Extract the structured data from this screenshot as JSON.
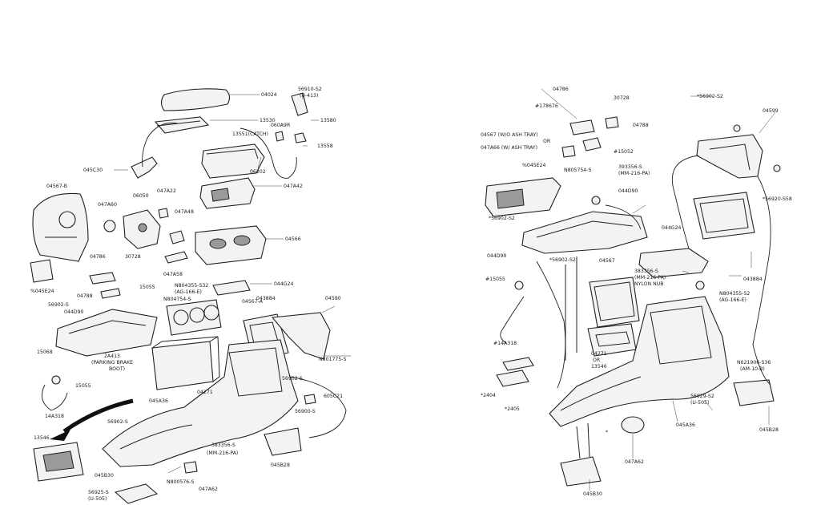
{
  "left": {
    "labels": [
      {
        "id": "L01",
        "text": "04024"
      },
      {
        "id": "L02",
        "text": "56910-S2"
      },
      {
        "id": "L03",
        "text": "(U-413)"
      },
      {
        "id": "L04",
        "text": "13530"
      },
      {
        "id": "L05",
        "text": "13580"
      },
      {
        "id": "L06",
        "text": "13551(CATCH)"
      },
      {
        "id": "L07",
        "text": "060A9R"
      },
      {
        "id": "L08",
        "text": "13558"
      },
      {
        "id": "L09",
        "text": "06202"
      },
      {
        "id": "L10",
        "text": "045C30"
      },
      {
        "id": "L11",
        "text": "047A42"
      },
      {
        "id": "L12",
        "text": "04567-B"
      },
      {
        "id": "L13",
        "text": "047A60"
      },
      {
        "id": "L14",
        "text": "06050"
      },
      {
        "id": "L15",
        "text": "047A22"
      },
      {
        "id": "L16",
        "text": "047A48"
      },
      {
        "id": "L17",
        "text": "04566"
      },
      {
        "id": "L18",
        "text": "04786"
      },
      {
        "id": "L19",
        "text": "30728"
      },
      {
        "id": "L20",
        "text": "047A58"
      },
      {
        "id": "L21",
        "text": "%045E24"
      },
      {
        "id": "L22",
        "text": "04788"
      },
      {
        "id": "L23",
        "text": "15055"
      },
      {
        "id": "L24",
        "text": "N804355-S32"
      },
      {
        "id": "L25",
        "text": "(AG-166-E)"
      },
      {
        "id": "L26",
        "text": "N804754-S"
      },
      {
        "id": "L27",
        "text": "04567-A"
      },
      {
        "id": "L28",
        "text": "044G24"
      },
      {
        "id": "L29",
        "text": "56902-S"
      },
      {
        "id": "L30",
        "text": "044D90"
      },
      {
        "id": "L31",
        "text": "043884"
      },
      {
        "id": "L32",
        "text": "04590"
      },
      {
        "id": "L33",
        "text": "15068"
      },
      {
        "id": "L34",
        "text": "2A413"
      },
      {
        "id": "L35",
        "text": "(PARKING BRAKE"
      },
      {
        "id": "L36",
        "text": "BOOT)"
      },
      {
        "id": "L37",
        "text": "N801775-S"
      },
      {
        "id": "L38",
        "text": "15055"
      },
      {
        "id": "L39",
        "text": "56902-S"
      },
      {
        "id": "L40",
        "text": "04271"
      },
      {
        "id": "L41",
        "text": "605C21"
      },
      {
        "id": "L42",
        "text": "045A36"
      },
      {
        "id": "L43",
        "text": "14A318"
      },
      {
        "id": "L44",
        "text": "56900-S"
      },
      {
        "id": "L45",
        "text": "56902-S"
      },
      {
        "id": "L46",
        "text": "13546"
      },
      {
        "id": "L47",
        "text": "383356-S"
      },
      {
        "id": "L48",
        "text": "(MM-216-PA)"
      },
      {
        "id": "L49",
        "text": "045B28"
      },
      {
        "id": "L50",
        "text": "045B30"
      },
      {
        "id": "L51",
        "text": "N800576-S"
      },
      {
        "id": "L52",
        "text": "56925-S"
      },
      {
        "id": "L53",
        "text": "(U-505)"
      },
      {
        "id": "L54",
        "text": "047A62"
      }
    ]
  },
  "right": {
    "labels": [
      {
        "id": "R01",
        "text": "04786"
      },
      {
        "id": "R02",
        "text": "30728"
      },
      {
        "id": "R03",
        "text": "*56902-S2"
      },
      {
        "id": "R04",
        "text": "04599"
      },
      {
        "id": "R05",
        "text": "#178676"
      },
      {
        "id": "R06",
        "text": "04788"
      },
      {
        "id": "R07",
        "text": "04567 (W/O ASH TRAY)"
      },
      {
        "id": "R08",
        "text": "OR"
      },
      {
        "id": "R09",
        "text": "047A66 (W/ ASH TRAY)"
      },
      {
        "id": "R10",
        "text": "#15052"
      },
      {
        "id": "R11",
        "text": "%045E24"
      },
      {
        "id": "R12",
        "text": "N805754-S"
      },
      {
        "id": "R13",
        "text": "393356-S"
      },
      {
        "id": "R14",
        "text": "(MM-216-PA)"
      },
      {
        "id": "R15",
        "text": "044D90"
      },
      {
        "id": "R16",
        "text": "*56920-S58"
      },
      {
        "id": "R17",
        "text": "*56902-S2"
      },
      {
        "id": "R18",
        "text": "044G24"
      },
      {
        "id": "R19",
        "text": "044D90"
      },
      {
        "id": "R20",
        "text": "*56902-S2"
      },
      {
        "id": "R21",
        "text": "04567"
      },
      {
        "id": "R22",
        "text": "383356-S"
      },
      {
        "id": "R23",
        "text": "(MM-216-PA)"
      },
      {
        "id": "R24",
        "text": "NYLON NUB"
      },
      {
        "id": "R25",
        "text": "043884"
      },
      {
        "id": "R26",
        "text": "#15055"
      },
      {
        "id": "R27",
        "text": "N804355-S2"
      },
      {
        "id": "R28",
        "text": "(AG-166-E)"
      },
      {
        "id": "R29",
        "text": "#14A318"
      },
      {
        "id": "R30",
        "text": "04271"
      },
      {
        "id": "R31",
        "text": "OR"
      },
      {
        "id": "R32",
        "text": "13546"
      },
      {
        "id": "R33",
        "text": "N621906-S36"
      },
      {
        "id": "R34",
        "text": "(AM-10-B)"
      },
      {
        "id": "R35",
        "text": "*2404"
      },
      {
        "id": "R36",
        "text": "*2405"
      },
      {
        "id": "R37",
        "text": "56929-S2"
      },
      {
        "id": "R38",
        "text": "(U-505)"
      },
      {
        "id": "R39",
        "text": "045A36"
      },
      {
        "id": "R40",
        "text": "045B28"
      },
      {
        "id": "R41",
        "text": "*"
      },
      {
        "id": "R42",
        "text": "047A62"
      },
      {
        "id": "R43",
        "text": "045B30"
      }
    ]
  }
}
